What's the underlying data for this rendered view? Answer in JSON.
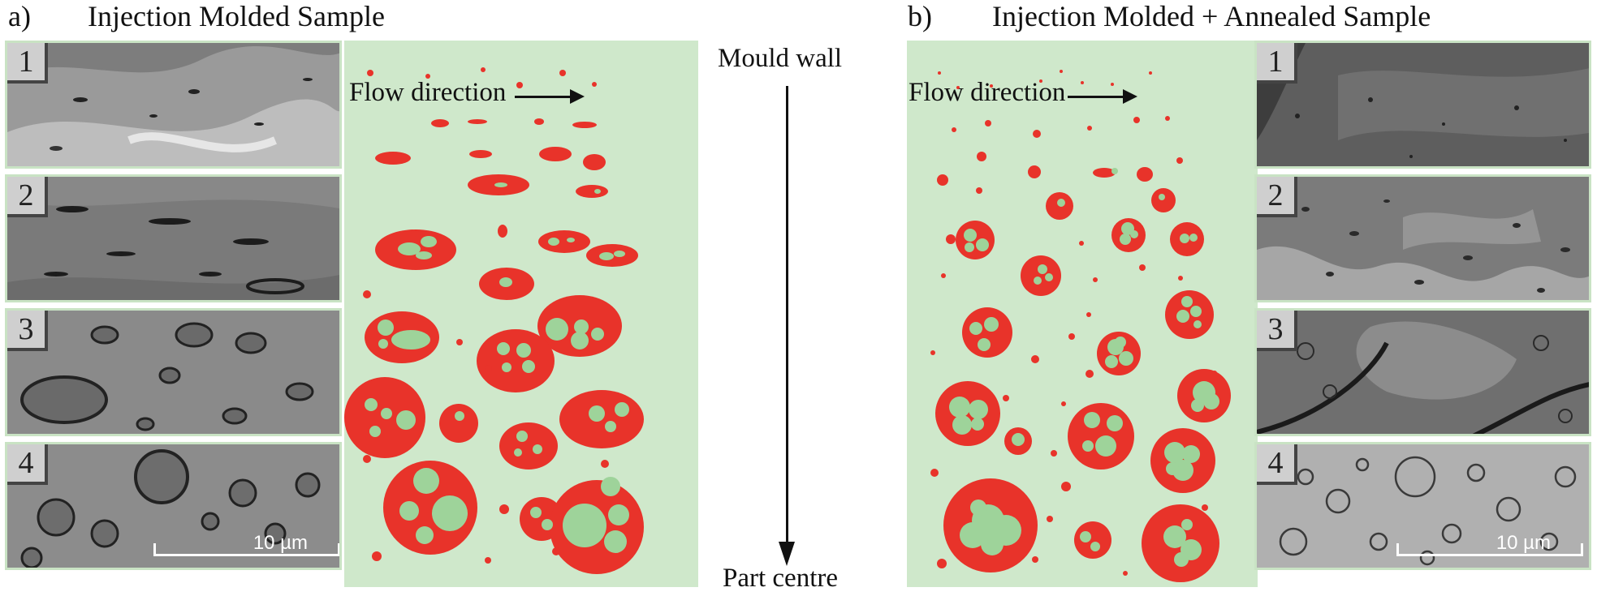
{
  "panel_a": {
    "label": "a)",
    "title": "Injection Molded Sample",
    "sem_numbers": [
      "1",
      "2",
      "3",
      "4"
    ],
    "scale_bar": "10 µm",
    "flow_label": "Flow direction"
  },
  "panel_b": {
    "label": "b)",
    "title": "Injection Molded + Annealed Sample",
    "sem_numbers": [
      "1",
      "2",
      "3",
      "4"
    ],
    "scale_bar": "10 µm",
    "flow_label": "Flow direction"
  },
  "axis": {
    "top_label": "Mould wall",
    "bottom_label": "Part centre"
  },
  "colors": {
    "matrix_green": "#cfe8cb",
    "droplet_red": "#e8332a",
    "inclusion_green": "#9ed39a",
    "panel_border": "#c9e3c4"
  }
}
